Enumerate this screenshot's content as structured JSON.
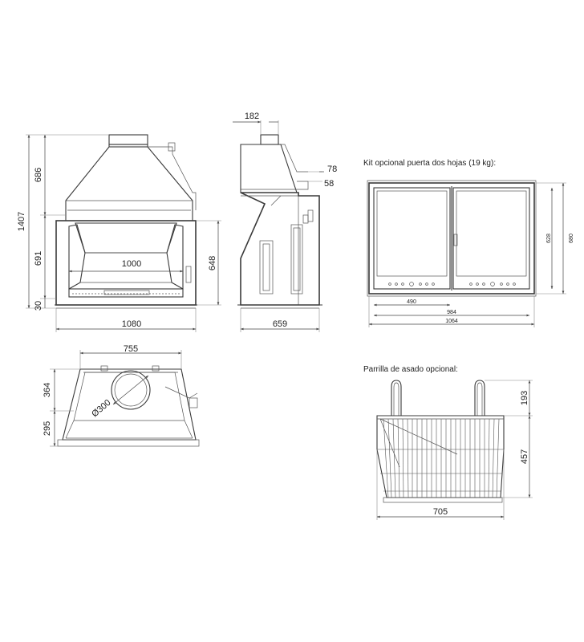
{
  "front_view": {
    "height_total": "1407",
    "height_hood": "686",
    "height_opening": "691",
    "height_base": "30",
    "height_side": "648",
    "opening_width": "1000",
    "width_total": "1080"
  },
  "side_view": {
    "flue_depth": "182",
    "offset_top": "78",
    "offset_mid": "58",
    "depth_total": "659"
  },
  "top_view": {
    "width_top": "755",
    "depth_back": "364",
    "depth_front": "295",
    "flue_diameter": "Ø300"
  },
  "door_kit": {
    "caption": "Kit opcional puerta dos hojas (19 kg):",
    "width_leaf": "490",
    "width_inner": "984",
    "width_total": "1064",
    "height_inner": "628",
    "height_total": "680"
  },
  "grill": {
    "caption": "Parrilla de asado opcional:",
    "handle_height": "193",
    "basket_height": "457",
    "width": "705"
  }
}
